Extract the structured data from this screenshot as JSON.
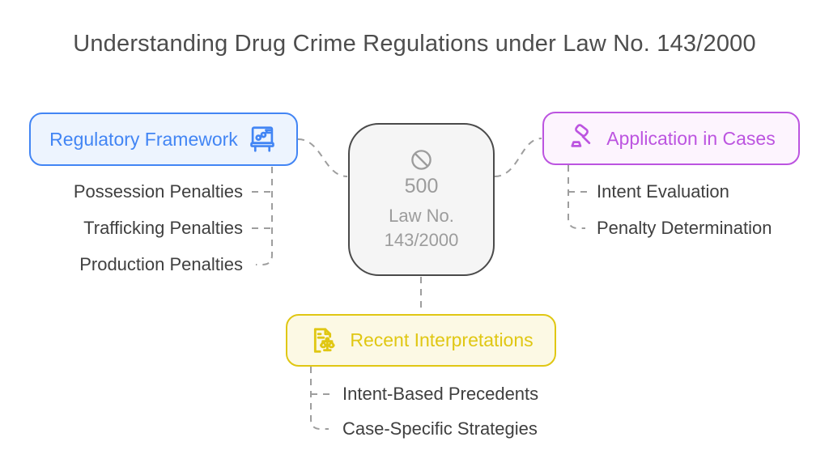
{
  "title": "Understanding Drug Crime Regulations under Law No. 143/2000",
  "center_node": {
    "icon": "blocked-icon",
    "error_code": "500",
    "label_line1": "Law No.",
    "label_line2": "143/2000"
  },
  "branches": {
    "regulatory_framework": {
      "label": "Regulatory Framework",
      "icon": "framework-board-icon",
      "items": [
        "Possession Penalties",
        "Trafficking Penalties",
        "Production Penalties"
      ]
    },
    "application_in_cases": {
      "label": "Application in Cases",
      "icon": "gavel-icon",
      "items": [
        "Intent Evaluation",
        "Penalty Determination"
      ]
    },
    "recent_interpretations": {
      "label": "Recent Interpretations",
      "icon": "document-scales-icon",
      "items": [
        "Intent-Based Precedents",
        "Case-Specific Strategies"
      ]
    }
  },
  "colors": {
    "regulatory_accent": "#4285f4",
    "regulatory_bg": "#edf4fe",
    "application_accent": "#bc54e0",
    "application_bg": "#fdf4fe",
    "interpretations_accent": "#e0c713",
    "interpretations_bg": "#fcf9e4",
    "center_border": "#4a4a4a",
    "center_bg": "#f5f5f5",
    "center_text": "#9c9c9c",
    "connector": "#9e9e9e",
    "title_text": "#4d4d4d",
    "item_text": "#3f3f3f"
  }
}
